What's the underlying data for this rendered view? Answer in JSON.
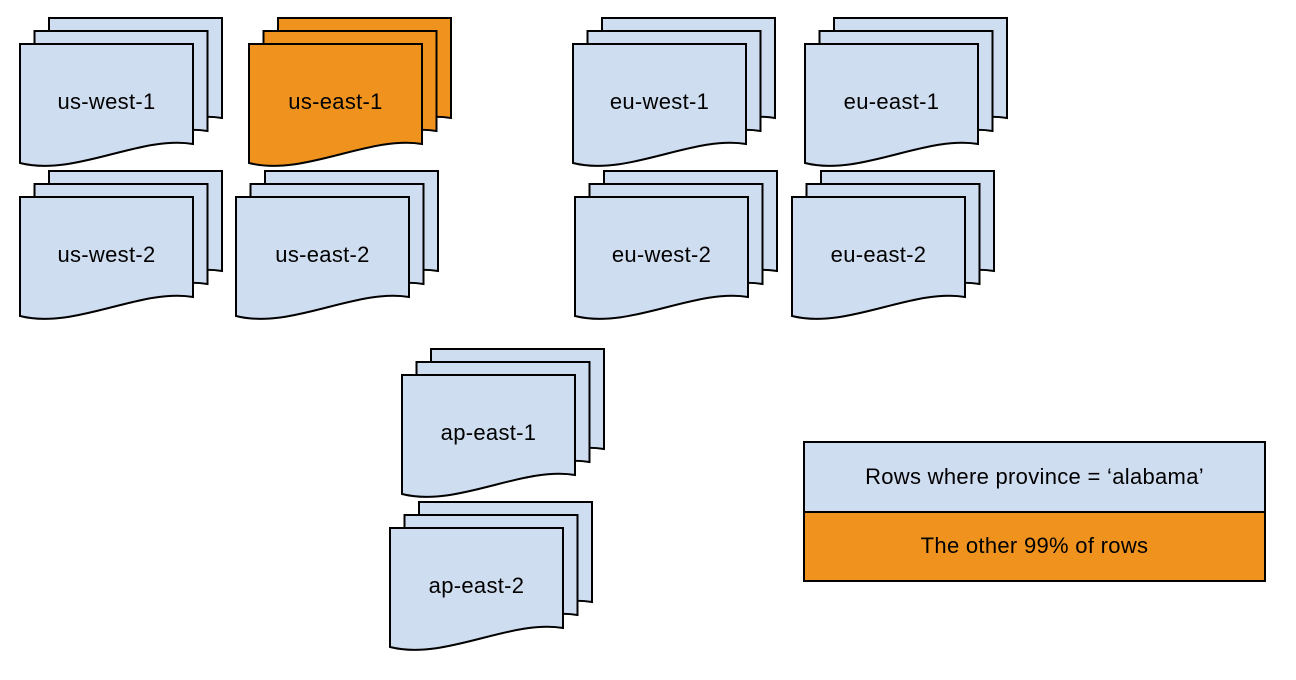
{
  "diagram": {
    "description": "Document stacks per region with one highlighted region",
    "stacks": [
      {
        "id": "us-west-1",
        "label": "us-west-1",
        "highlighted": false
      },
      {
        "id": "us-east-1",
        "label": "us-east-1",
        "highlighted": true
      },
      {
        "id": "eu-west-1",
        "label": "eu-west-1",
        "highlighted": false
      },
      {
        "id": "eu-east-1",
        "label": "eu-east-1",
        "highlighted": false
      },
      {
        "id": "us-west-2",
        "label": "us-west-2",
        "highlighted": false
      },
      {
        "id": "us-east-2",
        "label": "us-east-2",
        "highlighted": false
      },
      {
        "id": "eu-west-2",
        "label": "eu-west-2",
        "highlighted": false
      },
      {
        "id": "eu-east-2",
        "label": "eu-east-2",
        "highlighted": false
      },
      {
        "id": "ap-east-1",
        "label": "ap-east-1",
        "highlighted": false
      },
      {
        "id": "ap-east-2",
        "label": "ap-east-2",
        "highlighted": false
      }
    ],
    "legend": {
      "rows": [
        {
          "label": "Rows where province = ‘alabama’",
          "fill": "#cfddf0"
        },
        {
          "label": "The other 99% of rows",
          "fill": "#f0931e"
        }
      ]
    },
    "colors": {
      "default_fill": "#cfddf0",
      "highlight_fill": "#f0931e",
      "outline": "#000000",
      "background": "#ffffff"
    }
  }
}
